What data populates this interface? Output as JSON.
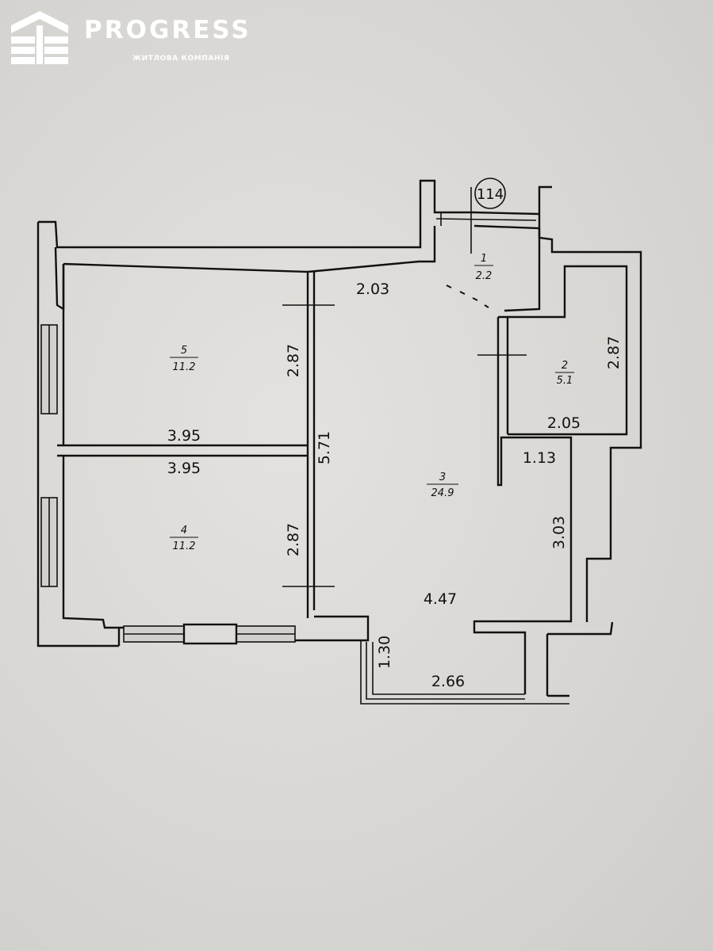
{
  "logo": {
    "brand": "PROGRESS",
    "subtitle": "ЖИТЛОВА КОМПАНІЯ",
    "icon": "building-logo-icon",
    "color": "#ffffff"
  },
  "apartment": {
    "number": "114"
  },
  "rooms": [
    {
      "number": "1",
      "area": "2.2"
    },
    {
      "number": "2",
      "area": "5.1"
    },
    {
      "number": "3",
      "area": "24.9"
    },
    {
      "number": "4",
      "area": "11.2"
    },
    {
      "number": "5",
      "area": "11.2"
    }
  ],
  "dimensions": {
    "hall_width": "2.03",
    "room5_height": "2.87",
    "room5_width": "3.95",
    "room4_width": "3.95",
    "room4_height": "2.87",
    "room3_height": "5.71",
    "room2_height": "2.87",
    "room2_width": "2.05",
    "niche_width": "1.13",
    "niche_height": "3.03",
    "room3_width": "4.47",
    "loggia_depth": "1.30",
    "loggia_width": "2.66"
  }
}
